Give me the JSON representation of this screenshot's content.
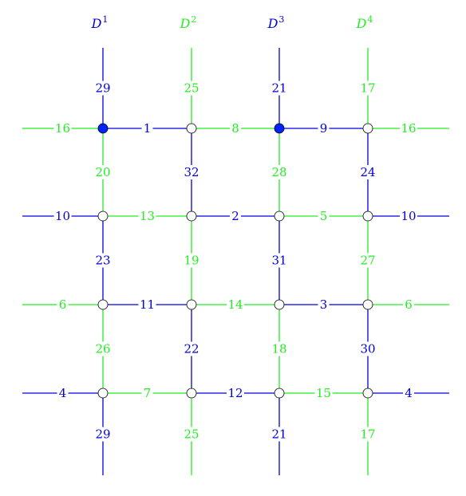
{
  "colors": {
    "blue": "#0000dd",
    "green": "#22ee22",
    "node_fill_default": "#ffffff",
    "node_fill_filled": "#0022ff",
    "node_stroke": "#000000"
  },
  "column_headers": [
    {
      "base": "D",
      "sup": "1",
      "color": "blue"
    },
    {
      "base": "D",
      "sup": "2",
      "color": "green"
    },
    {
      "base": "D",
      "sup": "3",
      "color": "blue"
    },
    {
      "base": "D",
      "sup": "4",
      "color": "green"
    }
  ],
  "vertical_edges": [
    [
      {
        "label": "29",
        "color": "blue"
      },
      {
        "label": "25",
        "color": "green"
      },
      {
        "label": "21",
        "color": "blue"
      },
      {
        "label": "17",
        "color": "green"
      }
    ],
    [
      {
        "label": "20",
        "color": "green"
      },
      {
        "label": "32",
        "color": "blue"
      },
      {
        "label": "28",
        "color": "green"
      },
      {
        "label": "24",
        "color": "blue"
      }
    ],
    [
      {
        "label": "23",
        "color": "blue"
      },
      {
        "label": "19",
        "color": "green"
      },
      {
        "label": "31",
        "color": "blue"
      },
      {
        "label": "27",
        "color": "green"
      }
    ],
    [
      {
        "label": "26",
        "color": "green"
      },
      {
        "label": "22",
        "color": "blue"
      },
      {
        "label": "18",
        "color": "green"
      },
      {
        "label": "30",
        "color": "blue"
      }
    ],
    [
      {
        "label": "29",
        "color": "blue"
      },
      {
        "label": "25",
        "color": "green"
      },
      {
        "label": "21",
        "color": "blue"
      },
      {
        "label": "17",
        "color": "green"
      }
    ]
  ],
  "horizontal_edges": [
    [
      {
        "label": "16",
        "color": "green"
      },
      {
        "label": "1",
        "color": "blue"
      },
      {
        "label": "8",
        "color": "green"
      },
      {
        "label": "9",
        "color": "blue"
      },
      {
        "label": "16",
        "color": "green"
      }
    ],
    [
      {
        "label": "10",
        "color": "blue"
      },
      {
        "label": "13",
        "color": "green"
      },
      {
        "label": "2",
        "color": "blue"
      },
      {
        "label": "5",
        "color": "green"
      },
      {
        "label": "10",
        "color": "blue"
      }
    ],
    [
      {
        "label": "6",
        "color": "green"
      },
      {
        "label": "11",
        "color": "blue"
      },
      {
        "label": "14",
        "color": "green"
      },
      {
        "label": "3",
        "color": "blue"
      },
      {
        "label": "6",
        "color": "green"
      }
    ],
    [
      {
        "label": "4",
        "color": "blue"
      },
      {
        "label": "7",
        "color": "green"
      },
      {
        "label": "12",
        "color": "blue"
      },
      {
        "label": "15",
        "color": "green"
      },
      {
        "label": "4",
        "color": "blue"
      }
    ]
  ],
  "filled_nodes": [
    [
      0,
      0
    ],
    [
      0,
      2
    ]
  ]
}
